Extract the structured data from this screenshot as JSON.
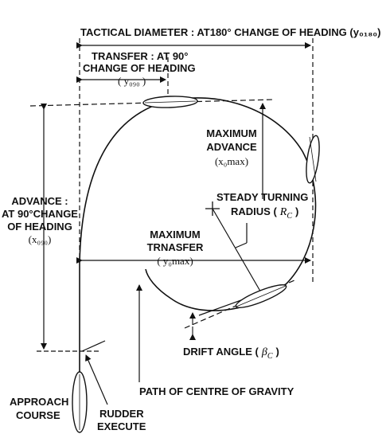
{
  "labels": {
    "tactical_diameter": "TACTICAL DIAMETER : AT180° CHANGE OF HEADING (y₀₁₈₀)",
    "transfer_line1": "TRANSFER : AT 90°",
    "transfer_line2": "CHANGE OF HEADING",
    "transfer_symbol": "( y₀₉₀ )",
    "max_advance_line1": "MAXIMUM",
    "max_advance_line2": "ADVANCE",
    "max_advance_symbol": "(x₀max)",
    "steady_line1": "STEADY TURNING",
    "steady_line2": "RADIUS (",
    "steady_symbol": "R",
    "steady_sub": "C",
    "steady_close": ")",
    "advance_line1": "ADVANCE :",
    "advance_line2": "AT 90°CHANGE",
    "advance_line3": "OF HEADING",
    "advance_symbol": "(x₀₉₀)",
    "max_transfer_line1": "MAXIMUM",
    "max_transfer_line2": "TRNASFER",
    "max_transfer_symbol": "( y₀max)",
    "drift_angle": "DRIFT ANGLE (",
    "drift_symbol": "β",
    "drift_sub": "C",
    "drift_close": ")",
    "path_cg": "PATH OF CENTRE OF GRAVITY",
    "approach_line1": "APPROACH",
    "approach_line2": "COURSE",
    "rudder_line1": "RUDDER",
    "rudder_line2": "EXECUTE"
  },
  "colors": {
    "ink": "#111111",
    "background": "#ffffff"
  }
}
